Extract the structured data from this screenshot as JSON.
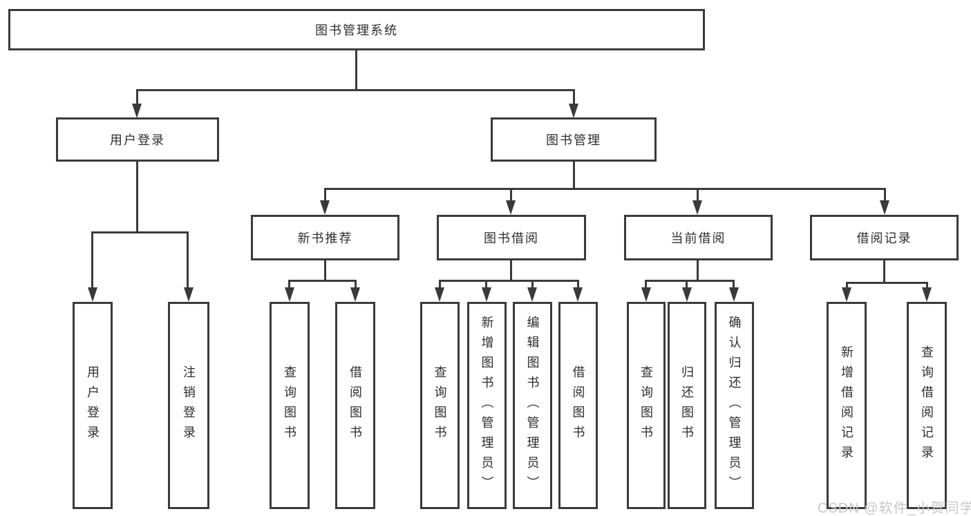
{
  "diagram": {
    "root": {
      "label": "图书管理系统"
    },
    "level2": [
      {
        "label": "用户登录"
      },
      {
        "label": "图书管理"
      }
    ],
    "level3": [
      {
        "label": "新书推荐"
      },
      {
        "label": "图书借阅"
      },
      {
        "label": "当前借阅"
      },
      {
        "label": "借阅记录"
      }
    ],
    "leaves": {
      "login": [
        "用户登录",
        "注销登录"
      ],
      "recommend": [
        "查询图书",
        "借阅图书"
      ],
      "borrow": [
        "查询图书",
        "新增图书（管理员）",
        "编辑图书（管理员）",
        "借阅图书"
      ],
      "current": [
        "查询图书",
        "归还图书",
        "确认归还（管理员）"
      ],
      "records": [
        "新增借阅记录",
        "查询借阅记录"
      ]
    }
  },
  "watermark": {
    "text": "CSDN @软件_小贺同学"
  },
  "colors": {
    "line": "#3a3a3a",
    "text": "#2d2d2d",
    "watermark": "#c8c8c8",
    "background": "#ffffff"
  }
}
